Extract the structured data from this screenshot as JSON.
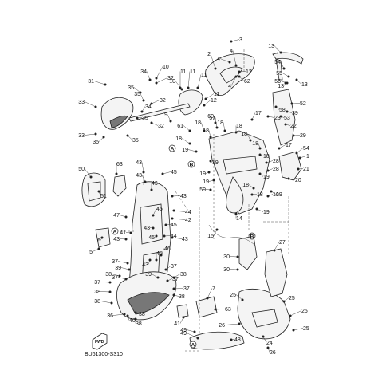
{
  "diagram": {
    "code": "BU61300-S310",
    "front_marker": "FWD",
    "reference_letters": [
      "A",
      "B"
    ],
    "callouts": [
      "1",
      "2",
      "3",
      "4",
      "5",
      "6",
      "7",
      "8",
      "9",
      "10",
      "11",
      "12",
      "13",
      "14",
      "15",
      "16",
      "17",
      "18",
      "19",
      "20",
      "21",
      "22",
      "23",
      "24",
      "25",
      "26",
      "27",
      "28",
      "29",
      "30",
      "31",
      "32",
      "33",
      "34",
      "35",
      "36",
      "37",
      "38",
      "39",
      "40",
      "41",
      "42",
      "43",
      "44",
      "45",
      "46",
      "47",
      "48",
      "49",
      "50",
      "51",
      "52",
      "53",
      "54",
      "55",
      "56",
      "57",
      "58",
      "59",
      "60",
      "61",
      "62",
      "63"
    ]
  }
}
